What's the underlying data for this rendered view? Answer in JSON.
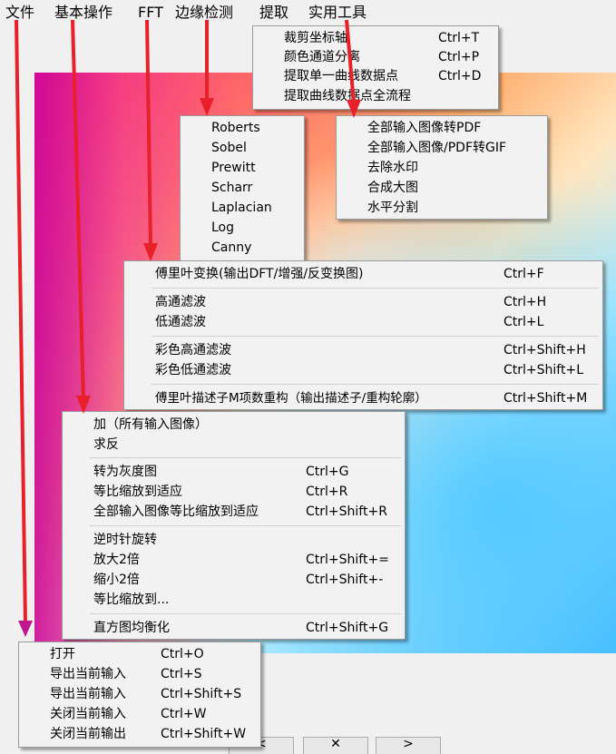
{
  "menubar": [
    "文件",
    "基本操作",
    "FFT",
    "边缘检测",
    "提取",
    "实用工具"
  ],
  "menu_extract": [
    {
      "label": "裁剪坐标轴",
      "shortcut": "Ctrl+T"
    },
    {
      "label": "颜色通道分离",
      "shortcut": "Ctrl+P"
    },
    {
      "label": "提取单一曲线数据点",
      "shortcut": "Ctrl+D"
    },
    {
      "label": "提取曲线数据点全流程",
      "shortcut": ""
    }
  ],
  "menu_edge": [
    "Roberts",
    "Sobel",
    "Prewitt",
    "Scharr",
    "Laplacian",
    "Log",
    "Canny"
  ],
  "menu_tools": [
    "全部输入图像转PDF",
    "全部输入图像/PDF转GIF",
    "去除水印",
    "合成大图",
    "水平分割"
  ],
  "menu_fft": [
    {
      "label": "傅里叶变换(输出DFT/增强/反变换图)",
      "shortcut": "Ctrl+F"
    },
    {
      "label": "高通滤波",
      "shortcut": "Ctrl+H"
    },
    {
      "label": "低通滤波",
      "shortcut": "Ctrl+L"
    },
    {
      "label": "彩色高通滤波",
      "shortcut": "Ctrl+Shift+H"
    },
    {
      "label": "彩色低通滤波",
      "shortcut": "Ctrl+Shift+L"
    },
    {
      "label": "傅里叶描述子M项数重构（输出描述子/重构轮廓）",
      "shortcut": "Ctrl+Shift+M"
    }
  ],
  "menu_basic": [
    {
      "label": "加（所有输入图像）",
      "shortcut": ""
    },
    {
      "label": "求反",
      "shortcut": ""
    },
    {
      "label": "转为灰度图",
      "shortcut": "Ctrl+G"
    },
    {
      "label": "等比缩放到适应",
      "shortcut": "Ctrl+R"
    },
    {
      "label": "全部输入图像等比缩放到适应",
      "shortcut": "Ctrl+Shift+R"
    },
    {
      "label": "逆时针旋转",
      "shortcut": ""
    },
    {
      "label": "放大2倍",
      "shortcut": "Ctrl+Shift+="
    },
    {
      "label": "缩小2倍",
      "shortcut": "Ctrl+Shift+-"
    },
    {
      "label": "等比缩放到...",
      "shortcut": ""
    },
    {
      "label": "直方图均衡化",
      "shortcut": "Ctrl+Shift+G"
    }
  ],
  "menu_file": [
    {
      "label": "打开",
      "shortcut": "Ctrl+O"
    },
    {
      "label": "导出当前输入",
      "shortcut": "Ctrl+S"
    },
    {
      "label": "导出当前输入",
      "shortcut": "Ctrl+Shift+S"
    },
    {
      "label": "关闭当前输入",
      "shortcut": "Ctrl+W"
    },
    {
      "label": "关闭当前输出",
      "shortcut": "Ctrl+Shift+W"
    }
  ],
  "bottom_buttons": [
    "<",
    "✕",
    ">"
  ],
  "colors": {
    "arrow": "#e8202a",
    "arrow_file": "#c01890",
    "menu_bg": "#f2f2f2"
  }
}
